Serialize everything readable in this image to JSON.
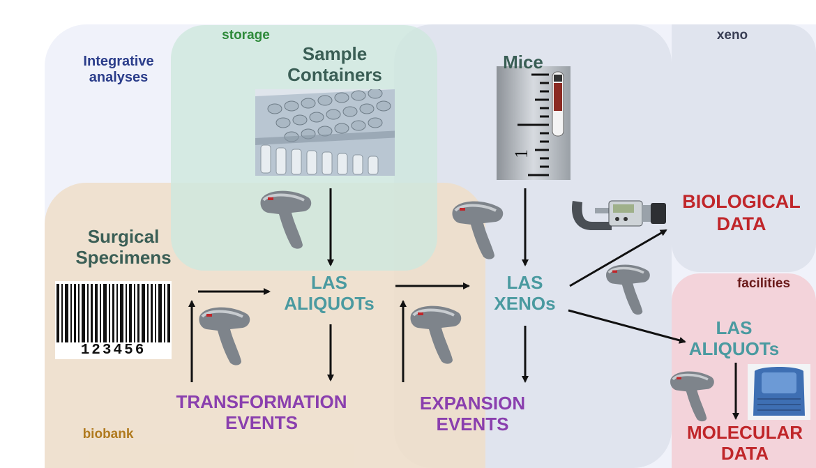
{
  "regions": {
    "integrative_label": "Integrative\nanalyses",
    "storage_label": "storage",
    "xeno_label": "xeno",
    "biobank_label": "biobank",
    "facilities_label": "facilities"
  },
  "nodes": {
    "sample_containers": "Sample\nContainers",
    "mice": "Mice",
    "surgical_specimens": "Surgical\nSpecimens",
    "barcode_number": "123456",
    "las_aliquots_center": "LAS\nALIQUOTs",
    "las_xenos": "LAS\nXENOs",
    "biological_data": "BIOLOGICAL\nDATA",
    "las_aliquots_right": "LAS\nALIQUOTs",
    "transformation_events": "TRANSFORMATION\nEVENTS",
    "expansion_events": "EXPANSION\nEVENTS",
    "molecular_data": "MOLECULAR\nDATA"
  },
  "colors": {
    "integrative": "#2b3d8a",
    "storage": "#2e8a3a",
    "biobank": "#b07a1e",
    "teal_text": "#4a9aa0",
    "dark_label": "#3a5e55",
    "red": "#c0262a",
    "purple": "#8a3fae"
  }
}
